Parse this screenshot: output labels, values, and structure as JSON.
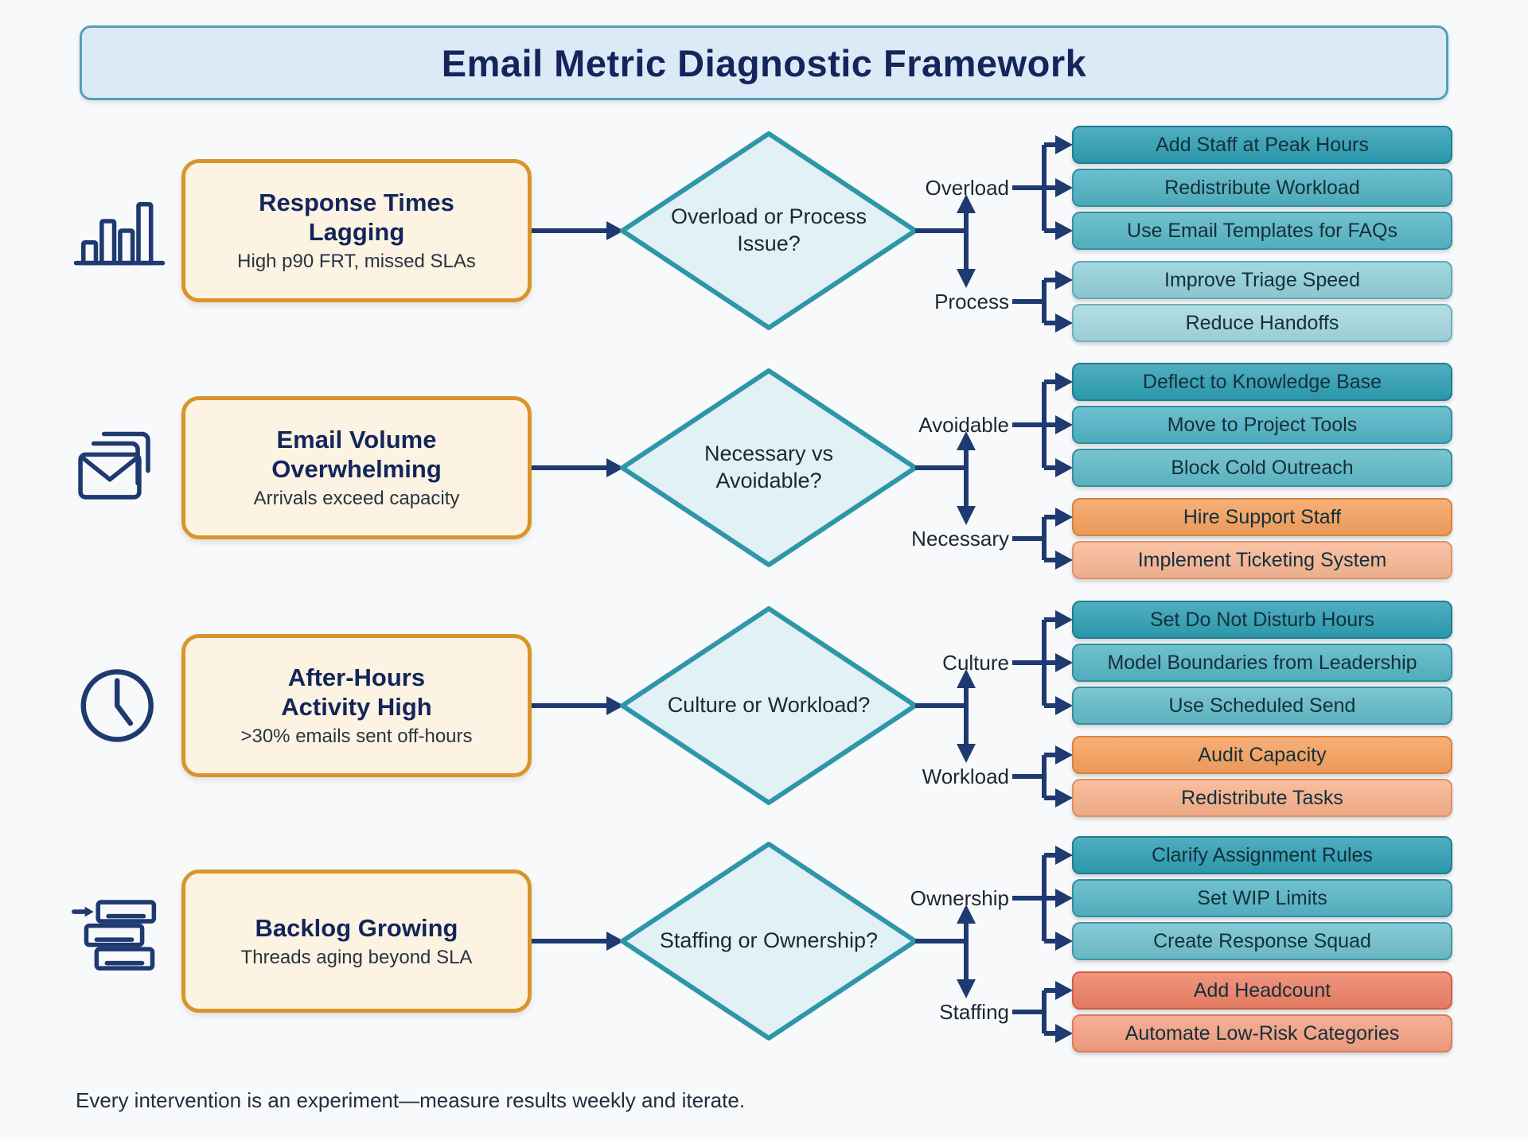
{
  "title": "Email Metric Diagnostic Framework",
  "footer": "Every intervention is an experiment—measure results weekly and iterate.",
  "colors": {
    "page_bg": "#F8F9FB",
    "navy": "#1E3A70",
    "navy_text": "#14255B",
    "title_fill": "#DCEAF8",
    "title_border": "#53A0B4",
    "problem_fill": "#FCF3E2",
    "problem_border": "#D9952B",
    "diamond_fill": "#E2F1F5",
    "diamond_border": "#2E96A9"
  },
  "rows": [
    {
      "icon": "bar-chart-icon",
      "problem": {
        "title": "Response Times Lagging",
        "subtitle": "High p90 FRT, missed SLAs"
      },
      "question": "Overload or Process Issue?",
      "branches": [
        {
          "label": "Overload",
          "actions": [
            {
              "label": "Add Staff at Peak Hours",
              "fill": "#2E9FB4",
              "border": "#1E7E93"
            },
            {
              "label": "Redistribute Workload",
              "fill": "#4FB2C3",
              "border": "#2E8FA3"
            },
            {
              "label": "Use Email Templates for FAQs",
              "fill": "#57B6C6",
              "border": "#338FA1"
            }
          ]
        },
        {
          "label": "Process",
          "actions": [
            {
              "label": "Improve Triage Speed",
              "fill": "#92D0D9",
              "border": "#5FAAB8"
            },
            {
              "label": "Reduce Handoffs",
              "fill": "#A5D8E0",
              "border": "#6FB1BE"
            }
          ]
        }
      ]
    },
    {
      "icon": "envelopes-icon",
      "problem": {
        "title": "Email Volume Overwhelming",
        "subtitle": "Arrivals exceed capacity"
      },
      "question": "Necessary vs Avoidable?",
      "branches": [
        {
          "label": "Avoidable",
          "actions": [
            {
              "label": "Deflect to Knowledge Base",
              "fill": "#2E9FB4",
              "border": "#1E7E93"
            },
            {
              "label": "Move to Project Tools",
              "fill": "#52B4C5",
              "border": "#2E8FA3"
            },
            {
              "label": "Block Cold Outreach",
              "fill": "#5FB9C8",
              "border": "#358FA0"
            }
          ]
        },
        {
          "label": "Necessary",
          "actions": [
            {
              "label": "Hire Support Staff",
              "fill": "#F6A15E",
              "border": "#D9823B"
            },
            {
              "label": "Implement Ticketing System",
              "fill": "#F8B795",
              "border": "#DE9467"
            }
          ]
        }
      ]
    },
    {
      "icon": "clock-icon",
      "problem": {
        "title": "After-Hours Activity High",
        "subtitle": ">30% emails sent off-hours"
      },
      "question": "Culture or Workload?",
      "branches": [
        {
          "label": "Culture",
          "actions": [
            {
              "label": "Set Do Not Disturb Hours",
              "fill": "#2E9FB4",
              "border": "#1E7E93"
            },
            {
              "label": "Model Boundaries from Leadership",
              "fill": "#55B5C5",
              "border": "#2E8FA3"
            },
            {
              "label": "Use Scheduled Send",
              "fill": "#62BBC9",
              "border": "#358FA0"
            }
          ]
        },
        {
          "label": "Workload",
          "actions": [
            {
              "label": "Audit Capacity",
              "fill": "#F6A15E",
              "border": "#D9823B"
            },
            {
              "label": "Redistribute Tasks",
              "fill": "#F8B28C",
              "border": "#DE9062"
            }
          ]
        }
      ]
    },
    {
      "icon": "backlog-stack-icon",
      "problem": {
        "title": "Backlog Growing",
        "subtitle": "Threads aging beyond SLA"
      },
      "question": "Staffing or Ownership?",
      "branches": [
        {
          "label": "Ownership",
          "actions": [
            {
              "label": "Clarify Assignment Rules",
              "fill": "#2E9FB4",
              "border": "#1E7E93"
            },
            {
              "label": "Set WIP Limits",
              "fill": "#55B5C5",
              "border": "#2E8FA3"
            },
            {
              "label": "Create Response Squad",
              "fill": "#6FC1CD",
              "border": "#3F97A7"
            }
          ]
        },
        {
          "label": "Staffing",
          "actions": [
            {
              "label": "Add Headcount",
              "fill": "#EE8166",
              "border": "#D05F44"
            },
            {
              "label": "Automate Low-Risk Categories",
              "fill": "#F5A183",
              "border": "#DA7E5B"
            }
          ]
        }
      ]
    }
  ]
}
